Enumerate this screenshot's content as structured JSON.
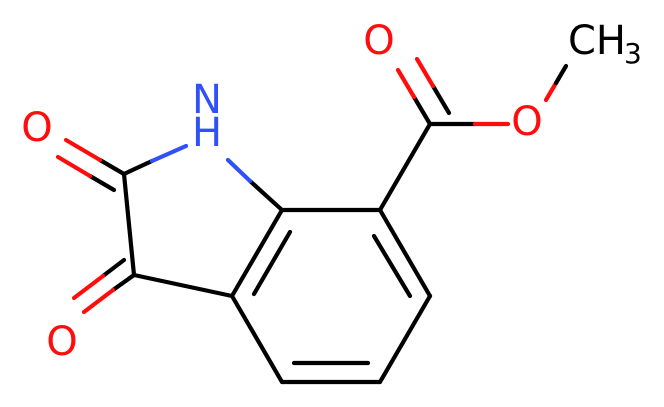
{
  "molecule": {
    "atoms": {
      "nh": {
        "text": "N",
        "suffix": "H",
        "color": "#3050f8"
      },
      "o_ester_carbonyl": {
        "text": "O",
        "color": "#ff0d0d"
      },
      "o_ester_ether": {
        "text": "O",
        "color": "#ff0d0d"
      },
      "o_c2": {
        "text": "O",
        "color": "#ff0d0d"
      },
      "o_c3": {
        "text": "O",
        "color": "#ff0d0d"
      },
      "methyl": {
        "text": "CH",
        "sub": "3",
        "color": "#000000"
      }
    },
    "colors": {
      "carbon": "#000000",
      "oxygen": "#ff0d0d",
      "nitrogen": "#3050f8",
      "background": "#ffffff"
    }
  }
}
